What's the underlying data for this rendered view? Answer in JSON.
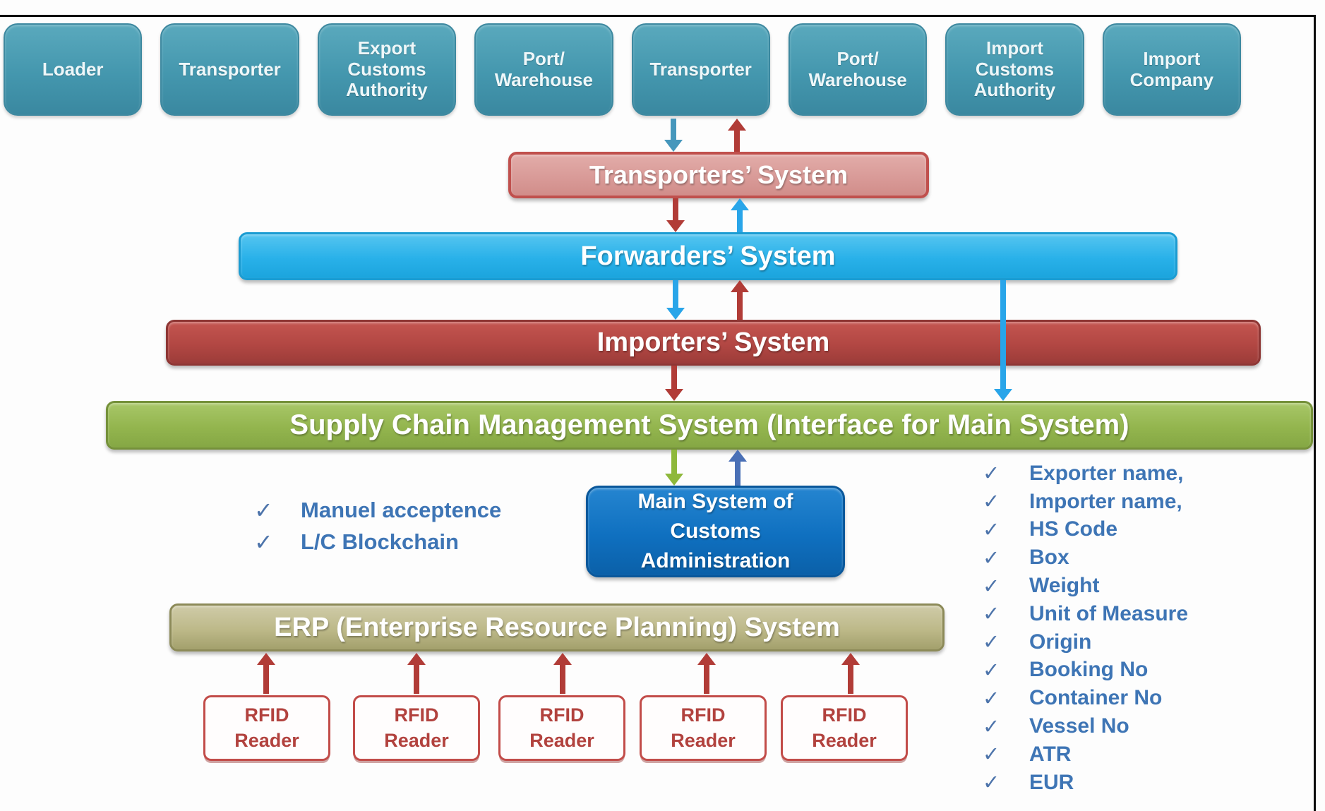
{
  "top_row": [
    "Loader",
    "Transporter",
    "Export Customs Authority",
    "Port/ Warehouse",
    "Transporter",
    "Port/ Warehouse",
    "Import Customs Authority",
    "Import Company"
  ],
  "systems": {
    "transporters": "Transporters’ System",
    "forwarders": "Forwarders’ System",
    "importers": "Importers’ System",
    "supply_chain": "Supply Chain Management System (Interface for Main System)",
    "main_system_lines": [
      "Main System of",
      "Customs",
      "Administration"
    ],
    "erp": "ERP (Enterprise Resource Planning) System"
  },
  "left_checklist": {
    "check_glyph": "✓",
    "items": [
      "Manuel acceptence",
      "L/C Blockchain"
    ]
  },
  "right_checklist": {
    "check_glyph": "✓",
    "items": [
      "Exporter name,",
      "Importer name,",
      "HS Code",
      "Box",
      "Weight",
      "Unit of Measure",
      "Origin",
      "Booking No",
      "Container No",
      "Vessel No",
      "ATR",
      "EUR"
    ]
  },
  "rfid_reader_label": "RFID Reader",
  "colors": {
    "frame": "#0c0c0c",
    "tealTop": "#5aa9bd",
    "teal": "#4497ae",
    "tealDark": "#3a88a0",
    "tealBorder": "#3e89a0",
    "salmon": "#d99b98",
    "salmonBorder": "#c0504d",
    "cyan": "#29b1e9",
    "cyanBorder": "#1b9cd2",
    "red": "#b24743",
    "redBorder": "#8e3634",
    "green": "#93b54e",
    "greenBorder": "#75913a",
    "blue": "#0f70c0",
    "blueBorder": "#0a589b",
    "olive": "#bdb989",
    "oliveBorder": "#8c8a58",
    "rfidBorder": "#c24c49",
    "rfidText": "#b2423e",
    "checkText": "#3e75b5",
    "checkMark": "#4d74ab",
    "arrowSteel": "#4697bc",
    "arrowRed": "#b13c37",
    "arrowCyan": "#29a5e9",
    "arrowGreen": "#8eb83b",
    "arrowSlate": "#4a70b6"
  }
}
